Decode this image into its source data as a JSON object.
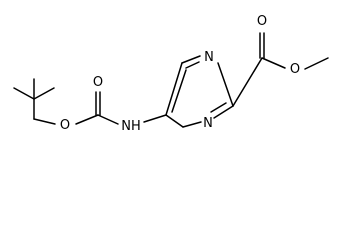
{
  "molecule": {
    "atoms": {
      "ring_n_upper": "N",
      "ring_n_lower": "N",
      "ester_carbonyl_o": "O",
      "ester_o": "O",
      "boc_carbonyl_o": "O",
      "boc_o": "O",
      "amide_n": "NH"
    }
  }
}
